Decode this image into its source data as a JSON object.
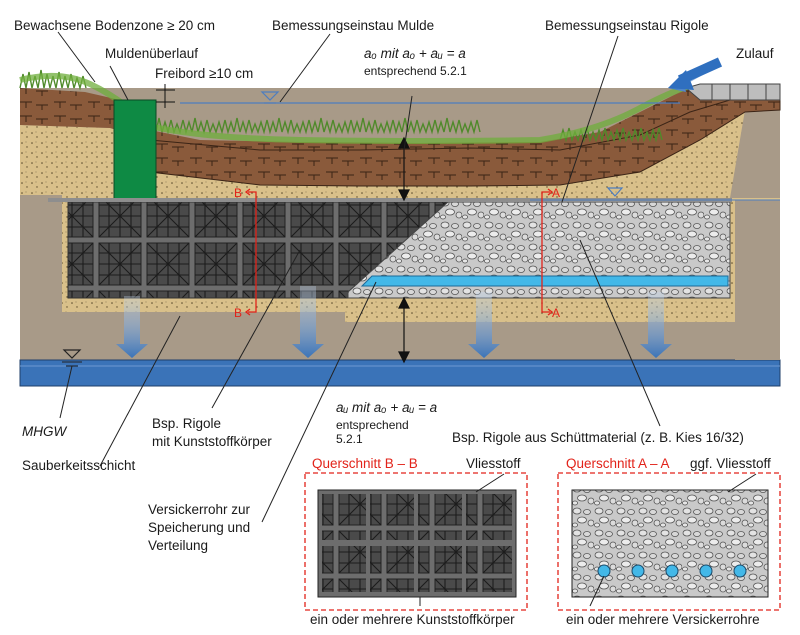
{
  "labels": {
    "bodenzone": "Bewachsene Bodenzone ≥ 20 cm",
    "muldenueberlauf": "Muldenüberlauf",
    "freibord": "Freibord ≥10 cm",
    "einstau_mulde": "Bemessungseinstau Mulde",
    "einstau_rigole": "Bemessungseinstau Rigole",
    "zulauf": "Zulauf",
    "ao_formula": "aₒ mit aₒ + aᵤ = a",
    "ao_ref": "entsprechend 5.2.1",
    "au_formula": "aᵤ mit aₒ + aᵤ = a",
    "au_ref_1": "entsprechend",
    "au_ref_2": "5.2.1",
    "mhgw": "MHGW",
    "sauberkeitsschicht": "Sauberkeitsschicht",
    "rigole_kunst_1": "Bsp. Rigole",
    "rigole_kunst_2": "mit Kunststoffkörper",
    "rigole_schuett": "Bsp. Rigole aus Schüttmaterial (z. B. Kies 16/32)",
    "versickerrohr_1": "Versickerrohr zur",
    "versickerrohr_2": "Speicherung und",
    "versickerrohr_3": "Verteilung",
    "qs_bb_title": "Querschnitt B – B",
    "qs_aa_title": "Querschnitt A – A",
    "vliesstoff": "Vliesstoff",
    "ggf_vliesstoff": "ggf. Vliesstoff",
    "kunststoffkoerper_caption": "ein oder mehrere Kunststoffkörper",
    "versickerrohre_caption": "ein oder mehrere Versickerrohre",
    "sec_a": "A",
    "sec_b": "B"
  },
  "colors": {
    "soil_brown": "#8a5a3b",
    "sand": "#d9c08a",
    "gray_ground": "#a89a88",
    "groundwater": "#3a73b8",
    "overflow_green": "#0e8a44",
    "pipe_cyan": "#43b8e8",
    "grass": "#6fae3c",
    "section_red": "#e2231a",
    "crate_gray": "#6d6d6d"
  }
}
